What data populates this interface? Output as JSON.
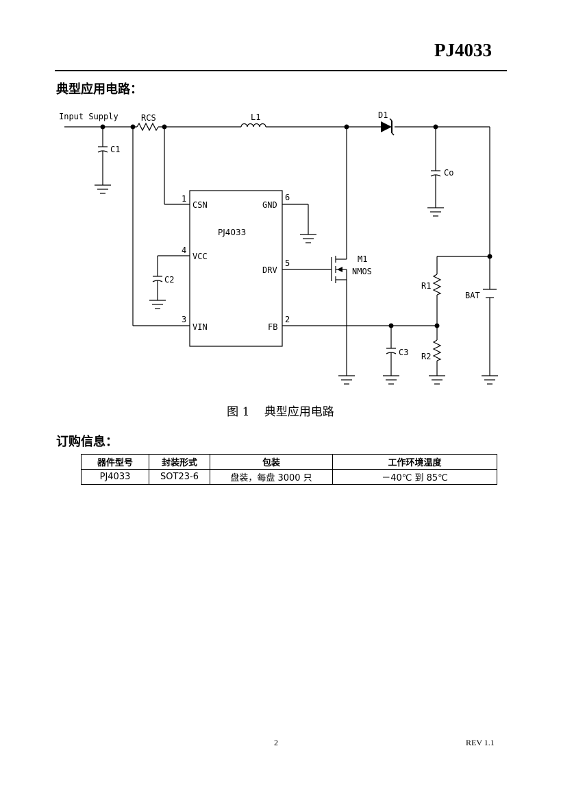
{
  "header": {
    "part_number": "PJ4033"
  },
  "sections": {
    "circuit_title": "典型应用电路：",
    "order_title": "订购信息："
  },
  "schematic": {
    "input_label": "Input Supply",
    "rcs": "RCS",
    "l1": "L1",
    "d1": "D1",
    "c1": "C1",
    "co": "Co",
    "c2": "C2",
    "c3": "C3",
    "r1": "R1",
    "r2": "R2",
    "bat": "BAT",
    "m1": "M1",
    "nmos": "NMOS",
    "ic_name": "PJ4033",
    "pins": {
      "csn_num": "1",
      "csn": "CSN",
      "gnd_num": "6",
      "gnd": "GND",
      "vcc_num": "4",
      "vcc": "VCC",
      "drv_num": "5",
      "drv": "DRV",
      "vin_num": "3",
      "vin": "VIN",
      "fb_num": "2",
      "fb": "FB"
    }
  },
  "figure": {
    "label": "图 1",
    "title": "典型应用电路"
  },
  "order_table": {
    "headers": [
      "器件型号",
      "封装形式",
      "包装",
      "工作环境温度"
    ],
    "rows": [
      [
        "PJ4033",
        "SOT23-6",
        "盘装，每盘 3000 只",
        "－40℃ 到 85℃"
      ]
    ]
  },
  "footer": {
    "page": "2",
    "revision": "REV 1.1"
  }
}
